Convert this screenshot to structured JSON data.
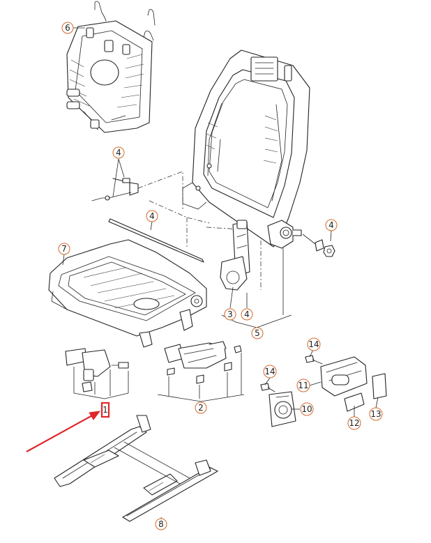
{
  "diagram": {
    "callouts": [
      {
        "id": "c6",
        "label": "6"
      },
      {
        "id": "c4a",
        "label": "4"
      },
      {
        "id": "c4b",
        "label": "4"
      },
      {
        "id": "c4c",
        "label": "4"
      },
      {
        "id": "c7",
        "label": "7"
      },
      {
        "id": "c3",
        "label": "3"
      },
      {
        "id": "c4d",
        "label": "4"
      },
      {
        "id": "c5",
        "label": "5"
      },
      {
        "id": "c14a",
        "label": "14"
      },
      {
        "id": "c14b",
        "label": "14"
      },
      {
        "id": "c11",
        "label": "11"
      },
      {
        "id": "c10",
        "label": "10"
      },
      {
        "id": "c12",
        "label": "12"
      },
      {
        "id": "c13",
        "label": "13"
      },
      {
        "id": "c2",
        "label": "2"
      },
      {
        "id": "c8",
        "label": "8"
      }
    ],
    "highlighted_label": "1",
    "colors": {
      "callout": "#d2692a",
      "highlight": "#e0262a",
      "line": "#222222"
    }
  }
}
